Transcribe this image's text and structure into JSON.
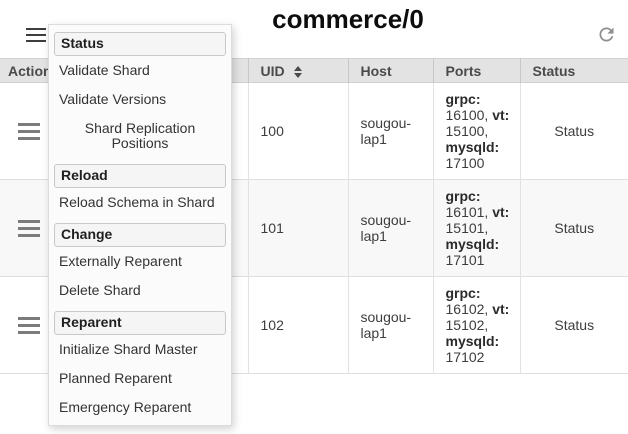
{
  "header": {
    "title": "commerce/0"
  },
  "colors": {
    "table_header_bg": "#e3e3e3",
    "zebra_row_bg": "#f8f8f8",
    "menu_bg": "#fbfbfb",
    "icon_gray": "#8e8e8e"
  },
  "table": {
    "headers": [
      "Actions",
      "",
      "UID",
      "Host",
      "Ports",
      "Status"
    ],
    "rows": [
      {
        "uid": "100",
        "host": "sougou-lap1",
        "ports": {
          "grpc_label": "grpc:",
          "grpc_value": "16100,",
          "vt_label": "vt:",
          "vt_value": "15100,",
          "mysqld_label": "mysqld:",
          "mysqld_value": "17100"
        },
        "status": "Status"
      },
      {
        "uid": "101",
        "host": "sougou-lap1",
        "ports": {
          "grpc_label": "grpc:",
          "grpc_value": "16101,",
          "vt_label": "vt:",
          "vt_value": "15101,",
          "mysqld_label": "mysqld:",
          "mysqld_value": "17101"
        },
        "status": "Status"
      },
      {
        "uid": "102",
        "host": "sougou-lap1",
        "ports": {
          "grpc_label": "grpc:",
          "grpc_value": "16102,",
          "vt_label": "vt:",
          "vt_value": "15102,",
          "mysqld_label": "mysqld:",
          "mysqld_value": "17102"
        },
        "status": "Status"
      }
    ]
  },
  "menu": {
    "sections": [
      {
        "header": "Status",
        "items": [
          "Validate Shard",
          "Validate Versions",
          "Shard Replication Positions"
        ]
      },
      {
        "header": "Reload",
        "items": [
          "Reload Schema in Shard"
        ]
      },
      {
        "header": "Change",
        "items": [
          "Externally Reparent",
          "Delete Shard"
        ]
      },
      {
        "header": "Reparent",
        "items": [
          "Initialize Shard Master",
          "Planned Reparent",
          "Emergency Reparent"
        ]
      }
    ]
  }
}
